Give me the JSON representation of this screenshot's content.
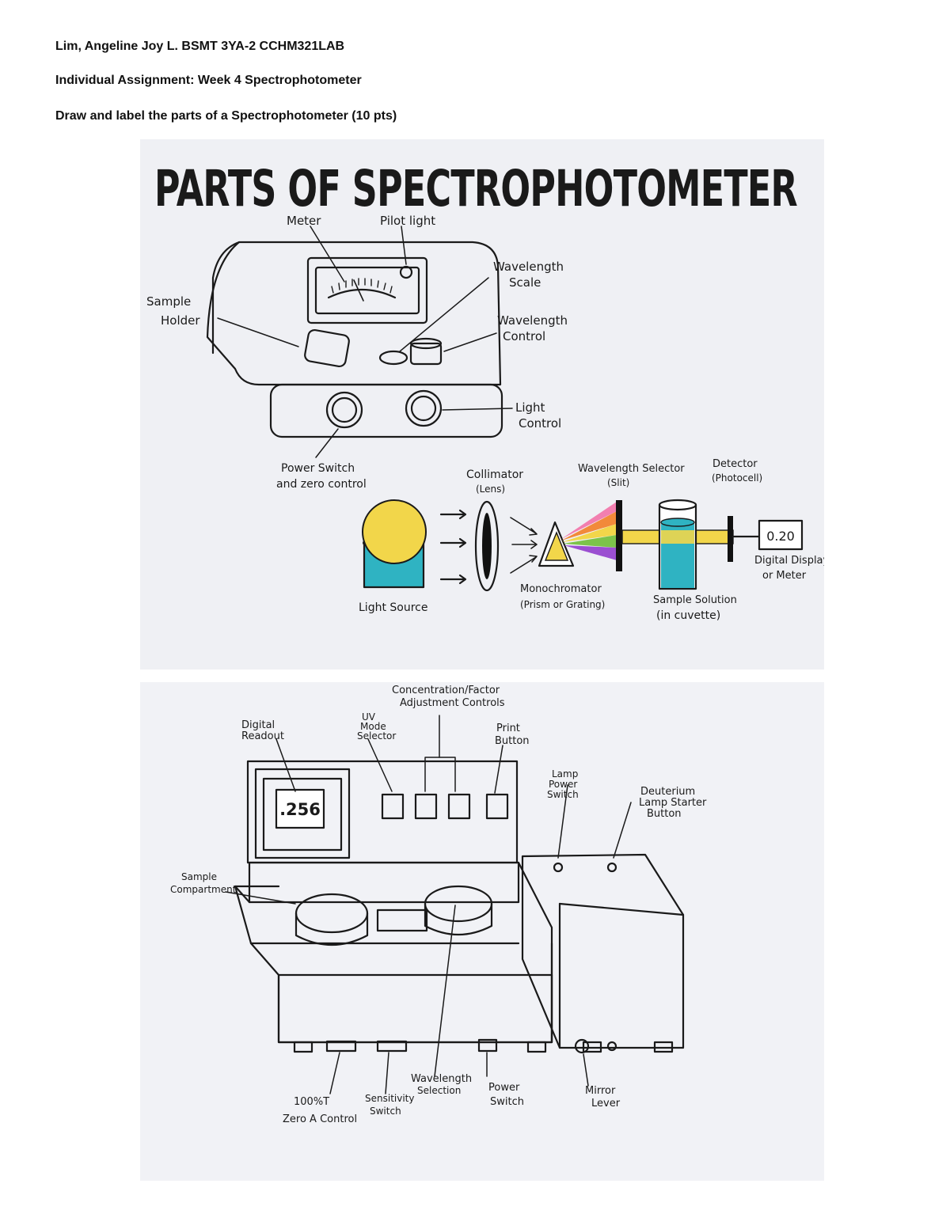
{
  "header": {
    "line1": "Lim, Angeline Joy L. BSMT 3YA-2 CCHM321LAB",
    "line2": "Individual Assignment: Week 4 Spectrophotometer",
    "line3": "Draw and label the parts of a Spectrophotometer (10 pts)"
  },
  "drawing1": {
    "title": "PARTS OF SPECTROPHOTOMETER",
    "labels": {
      "meter": "Meter",
      "pilot_light": "Pilot light",
      "wavelength_scale_1": "Wavelength",
      "wavelength_scale_2": "Scale",
      "sample_holder_1": "Sample",
      "sample_holder_2": "Holder",
      "wavelength_control_1": "Wavelength",
      "wavelength_control_2": "Control",
      "light_control_1": "Light",
      "light_control_2": "Control",
      "power_switch_1": "Power Switch",
      "power_switch_2": "and zero control",
      "collimator_1": "Collimator",
      "collimator_2": "(Lens)",
      "wavelength_selector_1": "Wavelength Selector",
      "wavelength_selector_2": "(Slit)",
      "detector_1": "Detector",
      "detector_2": "(Photocell)",
      "light_source": "Light Source",
      "monochromator_1": "Monochromator",
      "monochromator_2": "(Prism or Grating)",
      "sample_solution_1": "Sample Solution",
      "sample_solution_2": "(in cuvette)",
      "digital_display_1": "Digital Display",
      "digital_display_2": "or Meter",
      "display_value": "0.20"
    },
    "colors": {
      "yellow": "#f2d64a",
      "teal": "#2fb3c2",
      "pink": "#f27fb0",
      "green": "#7cc34a",
      "purple": "#9b4fd1",
      "orange": "#f28a3a"
    }
  },
  "drawing2": {
    "labels": {
      "concentration_1": "Concentration/Factor",
      "concentration_2": "Adjustment Controls",
      "digital_readout_1": "Digital",
      "digital_readout_2": "Readout",
      "uv_mode_1": "UV",
      "uv_mode_2": "Mode",
      "uv_mode_3": "Selector",
      "print_1": "Print",
      "print_2": "Button",
      "lamp_power_1": "Lamp",
      "lamp_power_2": "Power",
      "lamp_power_3": "Switch",
      "deuterium_1": "Deuterium",
      "deuterium_2": "Lamp Starter",
      "deuterium_3": "Button",
      "sample_compartment_1": "Sample",
      "sample_compartment_2": "Compartment",
      "t100_1": "100%T",
      "t100_2": "Zero A Control",
      "sensitivity_1": "Sensitivity",
      "sensitivity_2": "Switch",
      "wavelength_sel_1": "Wavelength",
      "wavelength_sel_2": "Selection",
      "power_1": "Power",
      "power_2": "Switch",
      "mirror_1": "Mirror",
      "mirror_2": "Lever",
      "readout_value": ".256"
    }
  }
}
